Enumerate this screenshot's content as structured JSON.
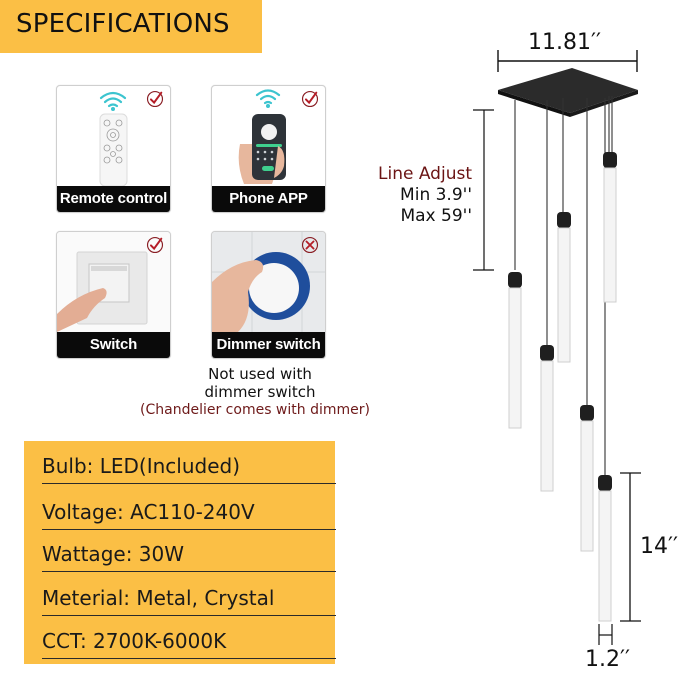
{
  "header": {
    "title": "SPECIFICATIONS"
  },
  "control_options": [
    {
      "label": "Remote control",
      "status": "supported",
      "status_icon": "check-circle-icon"
    },
    {
      "label": "Phone APP",
      "status": "supported",
      "status_icon": "check-circle-icon"
    },
    {
      "label": "Switch",
      "status": "supported",
      "status_icon": "check-circle-icon"
    },
    {
      "label": "Dimmer switch",
      "status": "not-supported",
      "status_icon": "x-circle-icon"
    }
  ],
  "note": {
    "line1": "Not used with",
    "line2": "dimmer switch",
    "line3": "(Chandelier comes with dimmer)"
  },
  "specs": [
    "Bulb: LED(Included)",
    "Voltage: AC110-240V",
    "Wattage: 30W",
    "Meterial: Metal, Crystal",
    "CCT: 2700K-6000K"
  ],
  "dimensions": {
    "canopy_width": "11.81′′",
    "line_adjust_title": "Line Adjust",
    "line_adjust_min": "Min 3.9''",
    "line_adjust_max": "Max 59''",
    "tube_length": "14′′",
    "tube_diameter": "1.2′′"
  },
  "colors": {
    "accent_yellow": "#fbbf45",
    "label_black": "#0a0a0a",
    "accent_red": "#6e1a1a",
    "check_red": "#9b1b22"
  }
}
